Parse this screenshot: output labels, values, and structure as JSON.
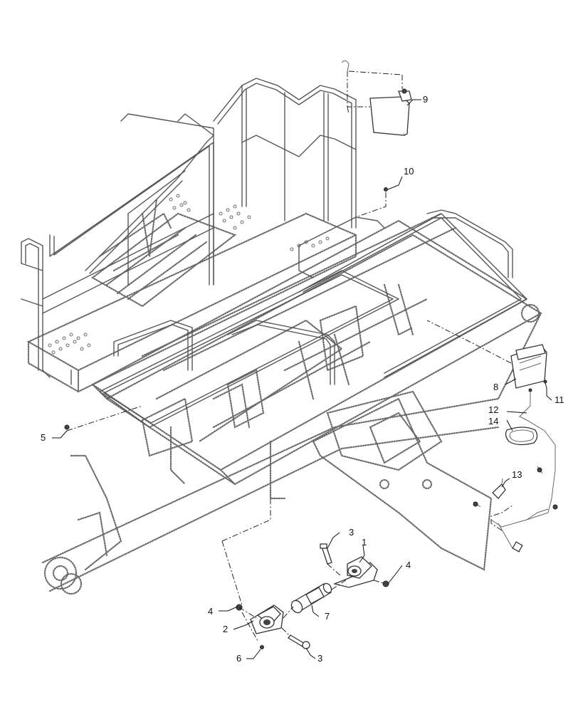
{
  "callouts": [
    {
      "id": "c1",
      "text": "1"
    },
    {
      "id": "c2",
      "text": "2"
    },
    {
      "id": "c3a",
      "text": "3"
    },
    {
      "id": "c3b",
      "text": "3"
    },
    {
      "id": "c4a",
      "text": "4"
    },
    {
      "id": "c4b",
      "text": "4"
    },
    {
      "id": "c5",
      "text": "5"
    },
    {
      "id": "c6",
      "text": "6"
    },
    {
      "id": "c7",
      "text": "7"
    },
    {
      "id": "c8",
      "text": "8"
    },
    {
      "id": "c9",
      "text": "9"
    },
    {
      "id": "c10",
      "text": "10"
    },
    {
      "id": "c11",
      "text": "11"
    },
    {
      "id": "c12",
      "text": "12"
    },
    {
      "id": "c13",
      "text": "13"
    },
    {
      "id": "c14",
      "text": "14"
    }
  ]
}
